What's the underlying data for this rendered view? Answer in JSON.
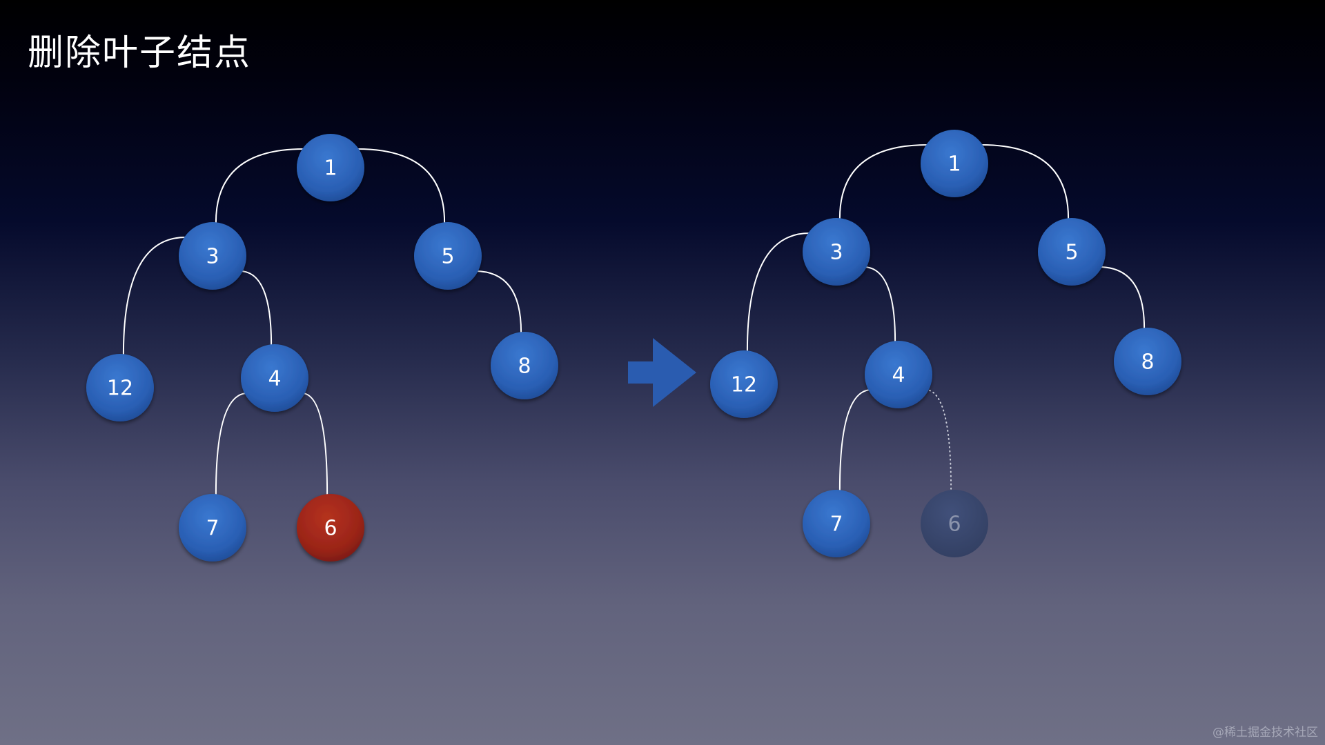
{
  "title": "删除叶子结点",
  "watermark": "@稀土掘金技术社区",
  "colors": {
    "node_fill": "#2a5fb4",
    "node_highlight": "#9a2418",
    "node_ghost": "#39476c",
    "edge": "#ffffff",
    "arrow": "#2a5cb0"
  },
  "icons": {
    "transition": "right-arrow-icon"
  },
  "trees": [
    {
      "name": "before",
      "nodes": [
        {
          "id": "1",
          "label": "1",
          "state": "normal"
        },
        {
          "id": "3",
          "label": "3",
          "state": "normal"
        },
        {
          "id": "5",
          "label": "5",
          "state": "normal"
        },
        {
          "id": "12",
          "label": "12",
          "state": "normal"
        },
        {
          "id": "4",
          "label": "4",
          "state": "normal"
        },
        {
          "id": "8",
          "label": "8",
          "state": "normal"
        },
        {
          "id": "7",
          "label": "7",
          "state": "normal"
        },
        {
          "id": "6",
          "label": "6",
          "state": "highlighted"
        }
      ],
      "edges": [
        {
          "from": "1",
          "to": "3",
          "style": "solid"
        },
        {
          "from": "1",
          "to": "5",
          "style": "solid"
        },
        {
          "from": "3",
          "to": "12",
          "style": "solid"
        },
        {
          "from": "3",
          "to": "4",
          "style": "solid"
        },
        {
          "from": "5",
          "to": "8",
          "style": "solid"
        },
        {
          "from": "4",
          "to": "7",
          "style": "solid"
        },
        {
          "from": "4",
          "to": "6",
          "style": "solid"
        }
      ]
    },
    {
      "name": "after",
      "nodes": [
        {
          "id": "1",
          "label": "1",
          "state": "normal"
        },
        {
          "id": "3",
          "label": "3",
          "state": "normal"
        },
        {
          "id": "5",
          "label": "5",
          "state": "normal"
        },
        {
          "id": "12",
          "label": "12",
          "state": "normal"
        },
        {
          "id": "4",
          "label": "4",
          "state": "normal"
        },
        {
          "id": "8",
          "label": "8",
          "state": "normal"
        },
        {
          "id": "7",
          "label": "7",
          "state": "normal"
        },
        {
          "id": "6",
          "label": "6",
          "state": "removed"
        }
      ],
      "edges": [
        {
          "from": "1",
          "to": "3",
          "style": "solid"
        },
        {
          "from": "1",
          "to": "5",
          "style": "solid"
        },
        {
          "from": "3",
          "to": "12",
          "style": "solid"
        },
        {
          "from": "3",
          "to": "4",
          "style": "solid"
        },
        {
          "from": "5",
          "to": "8",
          "style": "solid"
        },
        {
          "from": "4",
          "to": "7",
          "style": "solid"
        },
        {
          "from": "4",
          "to": "6",
          "style": "dotted"
        }
      ]
    }
  ]
}
